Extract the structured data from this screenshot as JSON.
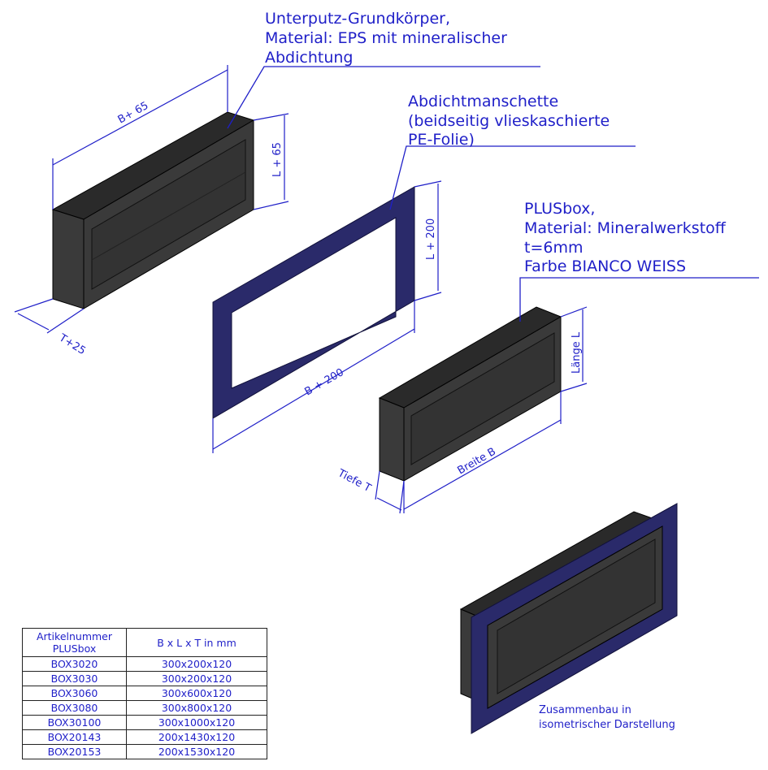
{
  "labels": {
    "grundkoerper": [
      "Unterputz-Grundkörper,",
      "Material: EPS mit mineralischer",
      "Abdichtung"
    ],
    "manschette": [
      "Abdichtmanschette",
      "(beidseitig vlieskaschierte",
      "PE-Folie)"
    ],
    "plusbox": [
      "PLUSbox,",
      "Material: Mineralwerkstoff",
      "t=6mm",
      "Farbe BIANCO WEISS"
    ],
    "zusammenbau": [
      "Zusammenbau in",
      "isometrischer Darstellung"
    ]
  },
  "dimensions": {
    "b65": "B+ 65",
    "l65": "L + 65",
    "t25": "T+25",
    "l200": "L + 200",
    "b200": "B + 200",
    "laenge": "Länge L",
    "breite": "Breite B",
    "tiefe": "Tiefe T"
  },
  "table": {
    "headers": [
      "Artikelnummer PLUSbox",
      "B x L x T in mm"
    ],
    "header_lines": [
      "Artikelnummer",
      "PLUSbox"
    ],
    "rows": [
      [
        "BOX3020",
        "300x200x120"
      ],
      [
        "BOX3030",
        "300x200x120"
      ],
      [
        "BOX3060",
        "300x600x120"
      ],
      [
        "BOX3080",
        "300x800x120"
      ],
      [
        "BOX30100",
        "300x1000x120"
      ],
      [
        "BOX20143",
        "200x1430x120"
      ],
      [
        "BOX20153",
        "200x1530x120"
      ]
    ]
  },
  "colors": {
    "annotation": "#1f1fc8",
    "box": "#333333",
    "frame": "#2a2a6a"
  }
}
